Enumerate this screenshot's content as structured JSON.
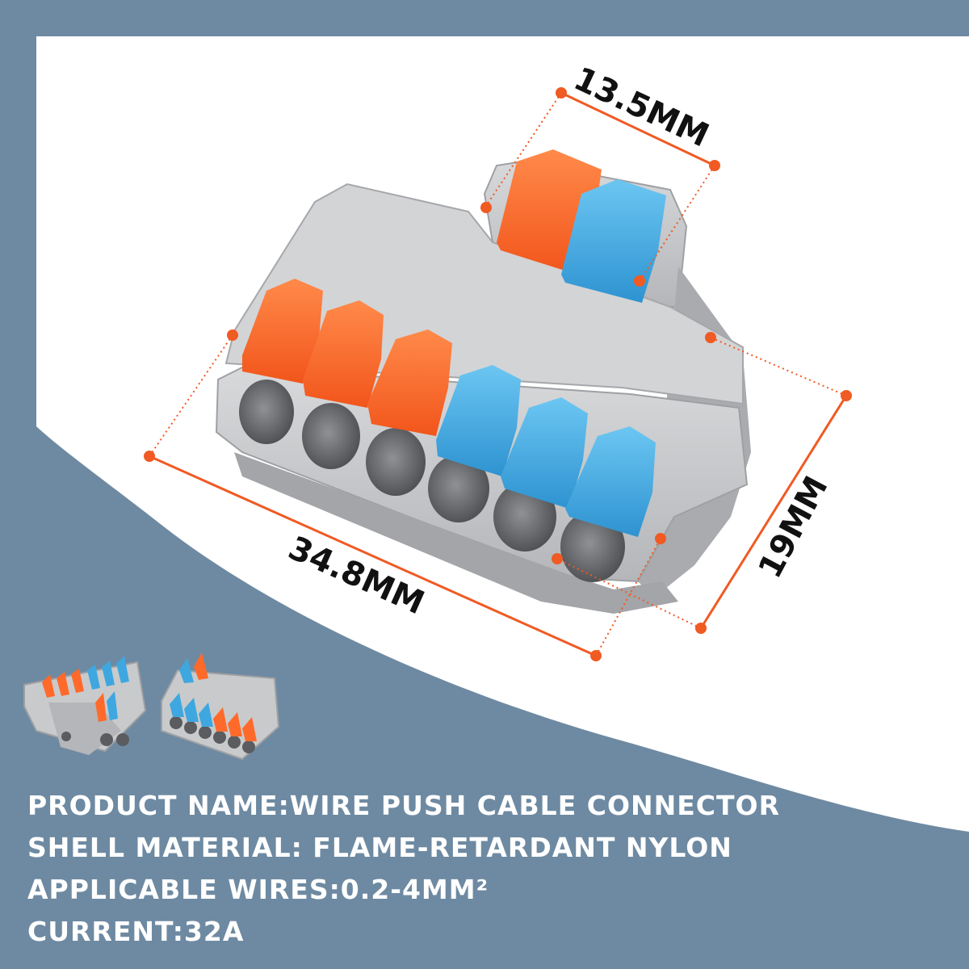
{
  "dimensions": {
    "top_width": "13.5MM",
    "front_length": "34.8MM",
    "height": "19MM"
  },
  "specs": {
    "line1": "PRODUCT NAME:WIRE PUSH CABLE CONNECTOR",
    "line2": "SHELL MATERIAL: FLAME-RETARDANT NYLON",
    "line3": "APPLICABLE WIRES:0.2-4MM²",
    "line4": "CURRENT:32A"
  },
  "colors": {
    "background": "#6e8aa2",
    "panel": "#ffffff",
    "housing": "#c9cacc",
    "lever_orange": "#ff6a2b",
    "lever_blue": "#3fa7e0",
    "dimension_line": "#f05a23"
  },
  "icons": [
    "connector-product-image",
    "thumbnail-connector-1",
    "thumbnail-connector-2"
  ]
}
